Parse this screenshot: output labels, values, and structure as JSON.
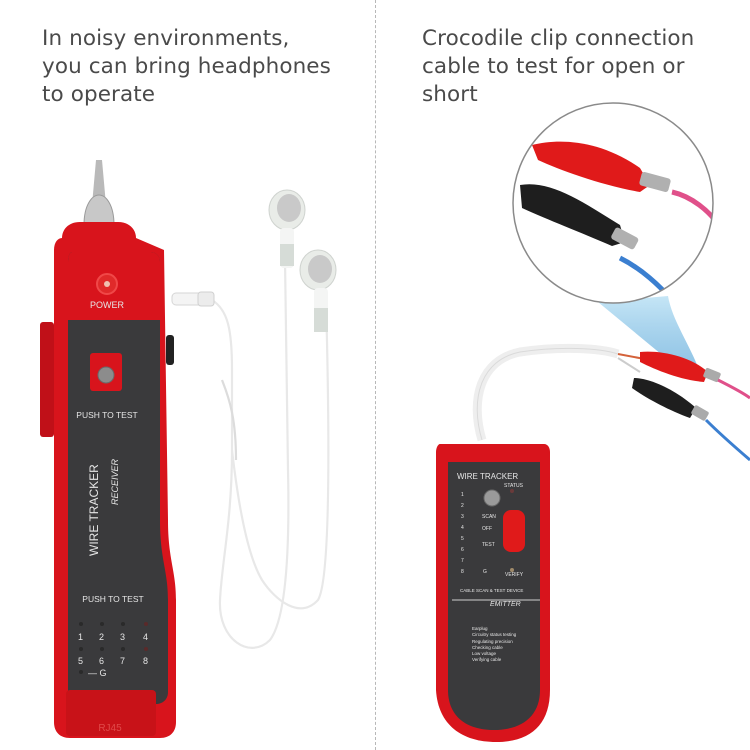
{
  "left_panel": {
    "heading_lines": [
      "In noisy environments,",
      "you can bring headphones",
      "to operate"
    ],
    "receiver": {
      "power_label": "POWER",
      "push_to_test_top": "PUSH TO TEST",
      "brand_label": "WIRE TRACKER",
      "sub_label": "RECEIVER",
      "push_to_test_bottom": "PUSH TO TEST",
      "led_row1": [
        "1",
        "2",
        "3",
        "4"
      ],
      "led_row2": [
        "5",
        "6",
        "7",
        "8"
      ],
      "ground_label": "— G",
      "port_label": "RJ45"
    },
    "accessory": "white earphones",
    "body_color": "#d8141c",
    "panel_color": "#3a3a3c"
  },
  "right_panel": {
    "heading_lines": [
      "Crocodile clip connection",
      "cable to test for open or",
      "short"
    ],
    "emitter": {
      "brand_label": "WIRE TRACKER",
      "status_label": "STATUS",
      "channels": [
        "1",
        "2",
        "3",
        "4",
        "5",
        "6",
        "7",
        "8"
      ],
      "ground_label": "G",
      "switch_labels": [
        "SCAN",
        "OFF",
        "TEST"
      ],
      "verify_label": "VERIFY",
      "device_line": "CABLE SCAN & TEST DEVICE",
      "type_label": "EMITTER",
      "features": [
        "Earplug",
        "Circuitry status testing",
        "Regulating precision",
        "Checking cable",
        "Low voltage",
        "Verifying cable"
      ]
    },
    "clip_colors": {
      "red": "#e01a1a",
      "black": "#1e1e1e",
      "pink_wire": "#e0508a",
      "blue_wire": "#3b7fd0"
    }
  }
}
